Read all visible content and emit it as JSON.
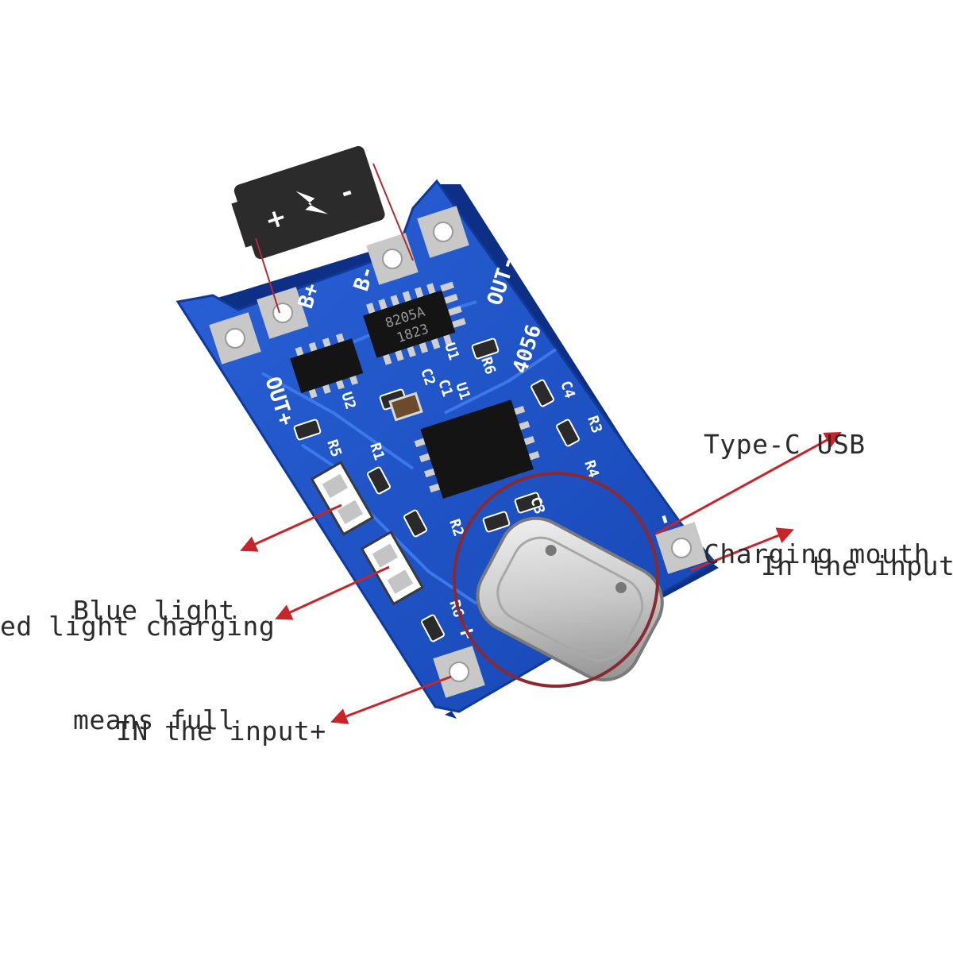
{
  "battery": {
    "plus": "+",
    "minus": "-"
  },
  "board": {
    "silkscreen": {
      "b_plus": "B+",
      "b_minus": "B-",
      "out_minus": "OUT-",
      "out_plus": "OUT+",
      "model": "4056",
      "u2": "U2",
      "u1": "U1",
      "u1b": "U1",
      "c1": "C1",
      "c2": "C2",
      "c3": "C3",
      "c4": "C4",
      "r1": "R1",
      "r2": "R2",
      "r3": "R3",
      "r4": "R4",
      "r5": "R5",
      "r6": "R6",
      "r6b": "R6",
      "in_minus": "-",
      "in_plus": "+"
    },
    "chip_marking_line1": "8205A",
    "chip_marking_line2": "1823"
  },
  "callouts": {
    "type_c_line1": "Type-C USB",
    "type_c_line2": "Charging mouth",
    "blue_light_line1": "Blue light",
    "blue_light_line2": "means full",
    "red_light": "ed light charging",
    "in_minus": "In the input-",
    "in_plus": "IN the input+"
  },
  "colors": {
    "pcb_blue": "#1a4fc4",
    "pcb_edge": "#0f3a9a",
    "arrow_red": "#c8242a",
    "circle": "#8a2a30"
  }
}
